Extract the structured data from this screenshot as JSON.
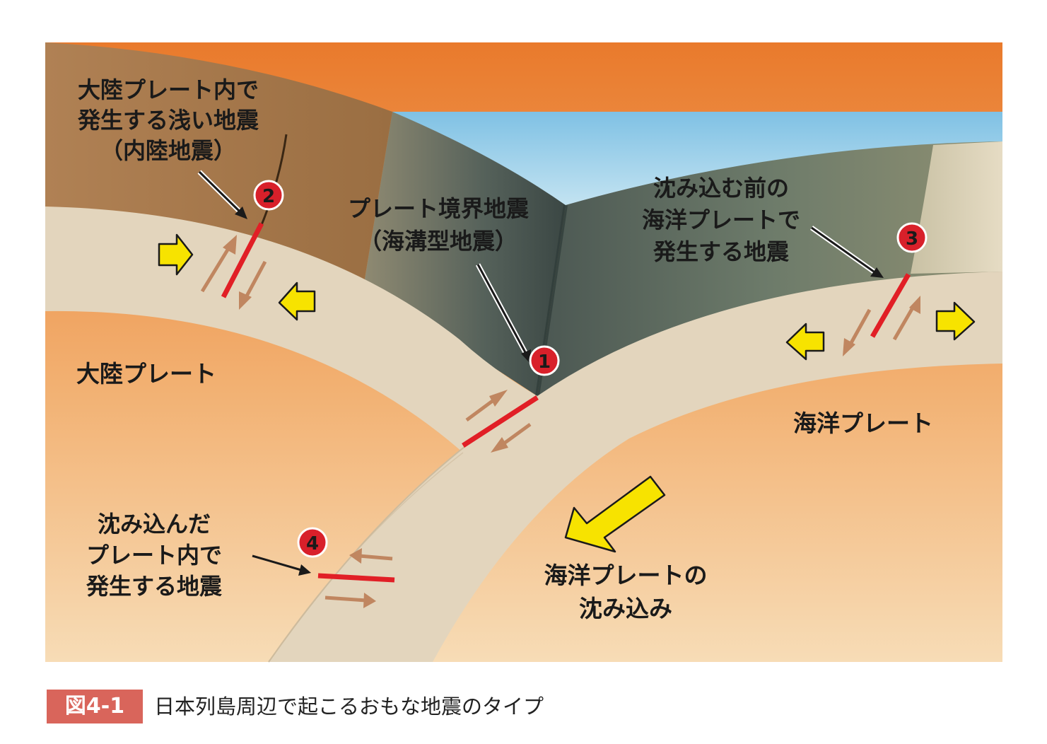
{
  "labels": {
    "label2": [
      "大陸プレート内で",
      "発生する浅い地震",
      "（内陸地震）"
    ],
    "label1": [
      "プレート境界地震",
      "（海溝型地震）"
    ],
    "label3": [
      "沈み込む前の",
      "海洋プレートで",
      "発生する地震"
    ],
    "label4": [
      "沈み込んだ",
      "プレート内で",
      "発生する地震"
    ],
    "continental_plate": "大陸プレート",
    "oceanic_plate": "海洋プレート",
    "subduction": [
      "海洋プレートの",
      "沈み込み"
    ]
  },
  "markers": [
    "1",
    "2",
    "3",
    "4"
  ],
  "caption": {
    "badge": "図4-1",
    "text": "日本列島周辺で起こるおもな地震のタイプ"
  },
  "colors": {
    "mantle_top": "#e97a2c",
    "mantle_bottom": "#f6d8b0",
    "plate": "#e3d5bd",
    "continental_crust": "#a67a4a",
    "ocean_crust": "#6e7d6c",
    "sea": "#a8d6ec",
    "fault": "#e11f26",
    "marker": "#d8202a",
    "slip_arrow": "#c08660",
    "force_arrow": "#f7e300",
    "caption_badge": "#d9655b"
  }
}
